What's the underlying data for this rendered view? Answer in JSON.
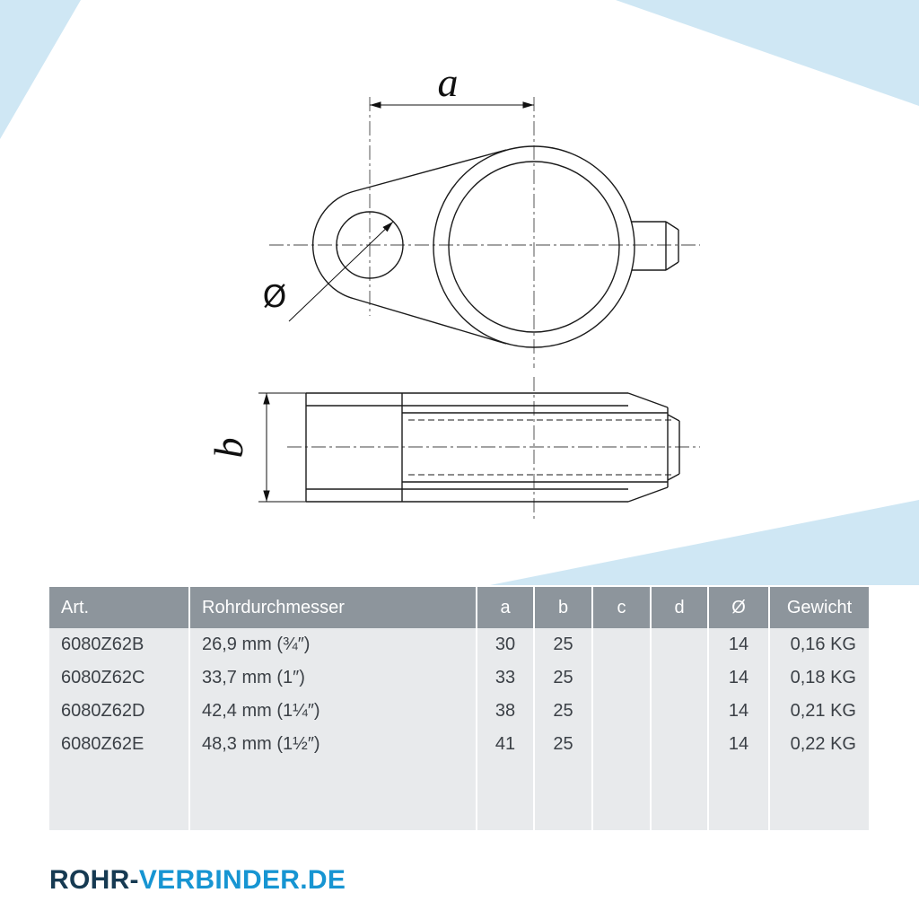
{
  "drawing": {
    "dim_a": "a",
    "dim_b": "b",
    "dim_diameter": "Ø"
  },
  "table": {
    "headers": {
      "art": "Art.",
      "rohrdurchmesser": "Rohrdurchmesser",
      "a": "a",
      "b": "b",
      "c": "c",
      "d": "d",
      "diameter": "Ø",
      "gewicht": "Gewicht"
    },
    "rows": [
      {
        "art": "6080Z62B",
        "rohr": "26,9 mm (¾″)",
        "a": "30",
        "b": "25",
        "c": "",
        "d": "",
        "dia": "14",
        "gewicht": "0,16 KG"
      },
      {
        "art": "6080Z62C",
        "rohr": "33,7 mm (1″)",
        "a": "33",
        "b": "25",
        "c": "",
        "d": "",
        "dia": "14",
        "gewicht": "0,18 KG"
      },
      {
        "art": "6080Z62D",
        "rohr": "42,4 mm (1¼″)",
        "a": "38",
        "b": "25",
        "c": "",
        "d": "",
        "dia": "14",
        "gewicht": "0,21 KG"
      },
      {
        "art": "6080Z62E",
        "rohr": "48,3 mm (1½″)",
        "a": "41",
        "b": "25",
        "c": "",
        "d": "",
        "dia": "14",
        "gewicht": "0,22 KG"
      }
    ]
  },
  "logo": {
    "primary": "ROHR-",
    "secondary": "VERBINDER.DE"
  },
  "colors": {
    "accent_light_blue": "#cfe7f4",
    "table_header_gray": "#8d959c",
    "table_body_gray": "#e8eaec",
    "logo_dark": "#163a52",
    "logo_blue": "#1795d2"
  }
}
